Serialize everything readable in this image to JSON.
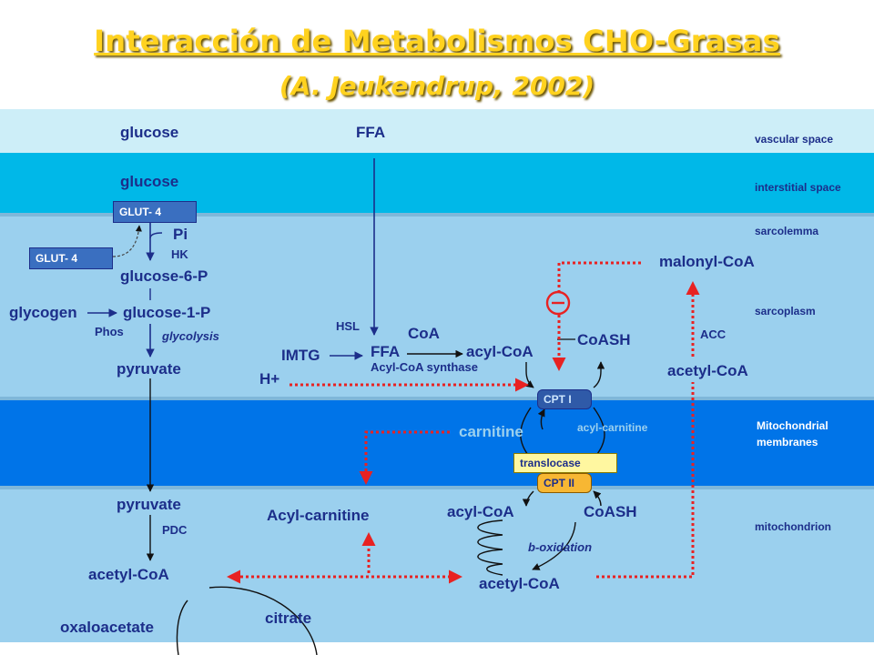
{
  "title": "Interacción de Metabolismos CHO-Grasas",
  "subtitle": "(A. Jeukendrup, 2002)",
  "colors": {
    "vascular": "#cdeef8",
    "interstitial": "#00b8e8",
    "sarcoplasm": "#9bd0ee",
    "mito_membranes": "#0074e8",
    "mitochondrion": "#9bd0ee",
    "text": "#1c2e8a",
    "inhibition": "#e82222",
    "title": "#FFD21F"
  },
  "regions": {
    "vascular": "vascular space",
    "interstitial": "interstitial space",
    "sarcolemma": "sarcolemma",
    "sarcoplasm": "sarcoplasm",
    "mito_membranes": "Mitochondrial membranes",
    "mitochondrion": "mitochondrion"
  },
  "nodes": {
    "glucose_blood": "glucose",
    "ffa_blood": "FFA",
    "glucose_interstitial": "glucose",
    "glut4_membrane": "GLUT- 4",
    "glut4_vesicle": "GLUT- 4",
    "pi": "Pi",
    "hk": "HK",
    "glucose6p": "glucose-6-P",
    "glycogen": "glycogen",
    "glucose1p": "glucose-1-P",
    "phos": "Phos",
    "glycolysis": "glycolysis",
    "pyruvate_cyto": "pyruvate",
    "hsl": "HSL",
    "imtg": "IMTG",
    "ffa_cyto": "FFA",
    "coa": "CoA",
    "acylcoa_cyto": "acyl-CoA",
    "acylcoa_synthase": "Acyl-CoA synthase",
    "coash_cyto": "CoASH",
    "malonylcoa": "malonyl-CoA",
    "acc": "ACC",
    "acetylcoa_cyto": "acetyl-CoA",
    "h_plus": "H+",
    "cpt1": "CPT I",
    "carnitine": "carnitine",
    "acylcarnitine_mem": "acyl-carnitine",
    "translocase": "translocase",
    "cpt2": "CPT II",
    "pyruvate_mito": "pyruvate",
    "pdc": "PDC",
    "acetylcoa_mito_left": "acetyl-CoA",
    "acylcarnitine_mito": "Acyl-carnitine",
    "acylcoa_mito": "acyl-CoA",
    "coash_mito": "CoASH",
    "b_oxidation": "b-oxidation",
    "acetylcoa_mito": "acetyl-CoA",
    "oxaloacetate": "oxaloacetate",
    "citrate": "citrate"
  }
}
